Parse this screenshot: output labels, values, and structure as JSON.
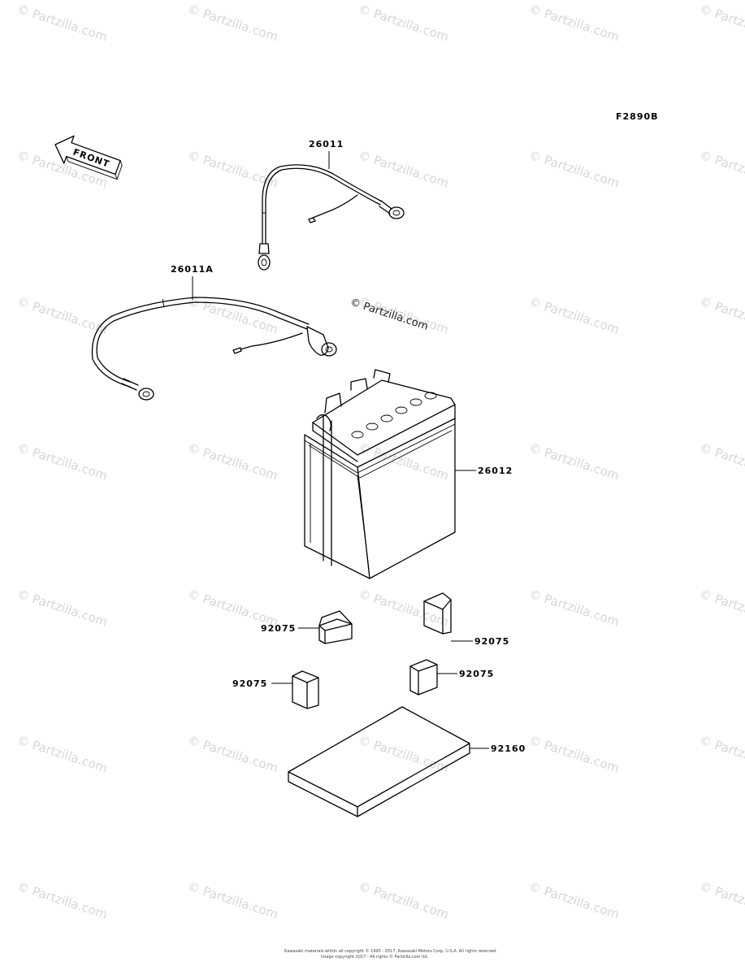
{
  "diagram": {
    "figure_code": "F2890B",
    "front_label": "FRONT",
    "center_watermark": "© Partzilla.com",
    "background_watermark": "© Partzilla.com",
    "footer_line1": "Kawasaki materials within all copyright © 1995 - 2017, Kawasaki Motors Corp, U.S.A. All rights reserved.",
    "footer_line2": "Image copyright 2017 - All rights © Partzilla.com ltd."
  },
  "parts": [
    {
      "id": "26011",
      "label": "26011",
      "name": "battery cable"
    },
    {
      "id": "26011A",
      "label": "26011A",
      "name": "battery cable"
    },
    {
      "id": "26012",
      "label": "26012",
      "name": "battery"
    },
    {
      "id": "92075-a",
      "label": "92075",
      "name": "damper pad"
    },
    {
      "id": "92075-b",
      "label": "92075",
      "name": "damper pad"
    },
    {
      "id": "92075-c",
      "label": "92075",
      "name": "damper pad"
    },
    {
      "id": "92075-d",
      "label": "92075",
      "name": "damper pad"
    },
    {
      "id": "92160",
      "label": "92160",
      "name": "damper plate"
    }
  ]
}
